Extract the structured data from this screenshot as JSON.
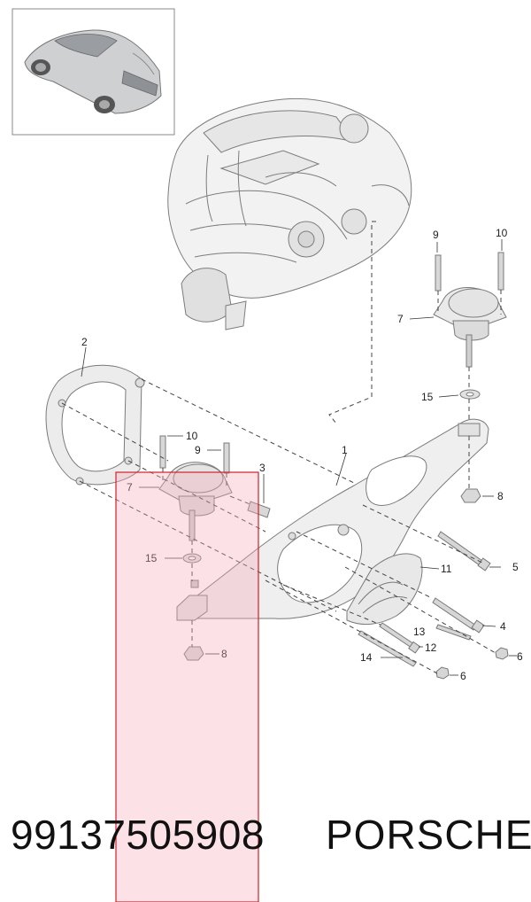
{
  "callouts": {
    "c1": "1",
    "c2": "2",
    "c3": "3",
    "c4": "4",
    "c5": "5",
    "c6a": "6",
    "c6b": "6",
    "c7a": "7",
    "c7b": "7",
    "c8a": "8",
    "c8b": "8",
    "c9a": "9",
    "c9b": "9",
    "c10a": "10",
    "c10b": "10",
    "c11": "11",
    "c12": "12",
    "c13": "13",
    "c14": "14",
    "c15a": "15",
    "c15b": "15"
  },
  "footer": {
    "part_number": "99137505908",
    "brand": "PORSCHE"
  },
  "highlight": {
    "color": "#f7a8b8",
    "border": "#d0202a"
  }
}
